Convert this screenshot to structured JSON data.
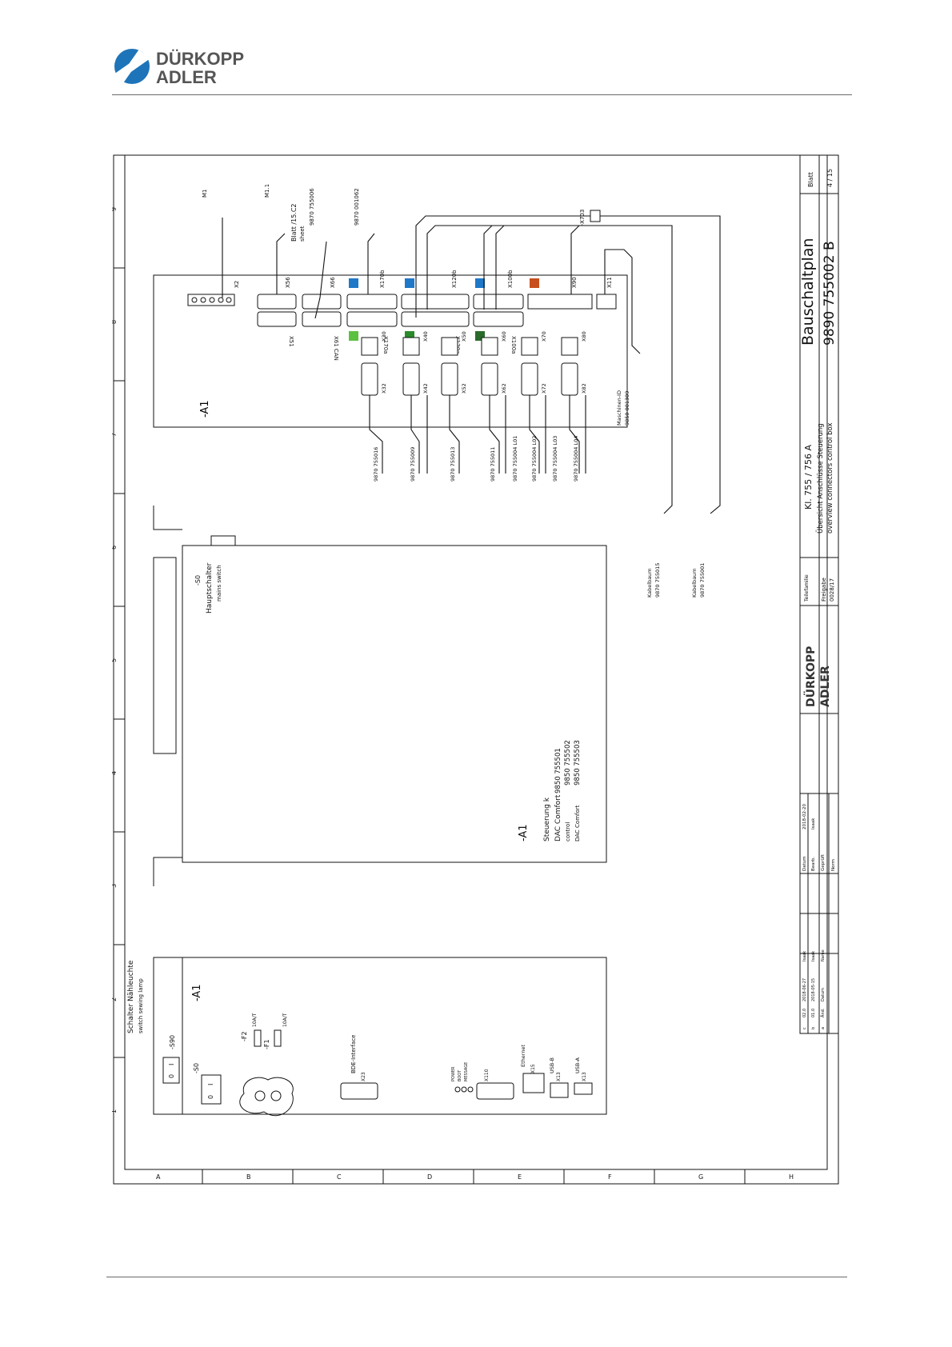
{
  "brand": {
    "line1": "DÜRKOPP",
    "line2": "ADLER",
    "color": "#1e74b9"
  },
  "grid": {
    "columns": [
      "1",
      "2",
      "3",
      "4",
      "5",
      "6",
      "7",
      "8",
      "9"
    ],
    "rows": [
      "A",
      "B",
      "C",
      "D",
      "E",
      "F",
      "G",
      "H"
    ]
  },
  "title_block": {
    "title": "Bauschaltplan",
    "number": "9890   755002  B",
    "sheet_label": "Blatt",
    "sheet_value": "4 / 15",
    "class_line": "Kl. 755 / 756 A",
    "desc_de": "Übersicht Anschlüsse Steuerung",
    "desc_en": "overview connectors control box",
    "teilefamilie": "Teilefamilie",
    "freigabe_label": "Freigabe",
    "freigabe_value": "0028/17",
    "rev_rows": [
      [
        "c",
        "02.0",
        "2018-06-27",
        "Isaak"
      ],
      [
        "b",
        "01.0",
        "2018-05-15",
        "Isaak"
      ],
      [
        "a",
        "Änd.",
        "Datum",
        "Name"
      ]
    ],
    "rev_cols": [
      "Datum",
      "Bearb.",
      "Geprüft",
      "Norm"
    ],
    "rev_vals": [
      "2018-02-20",
      "Isaak",
      "",
      ""
    ]
  },
  "diagram": {
    "box_label": "-A1",
    "steuerung": "Steuerung k",
    "dac_comfort": "DAC Comfort",
    "control": "control",
    "dac_comfort_en": "DAC Comfort",
    "dac_numbers": [
      "9850 755501",
      "9850 755502",
      "9850 755503"
    ],
    "s0": "-S0",
    "hauptschalter": "Hauptschalter",
    "mains_switch": "mains switch",
    "front_s0": "-S0",
    "s90": "-S90",
    "schalter": "Schalter Nähleuchte",
    "switch_en": "switch sewing lamp",
    "f1": "-F1",
    "f2": "-F2",
    "fuse": "10A/T",
    "bde": "BDE-Interface",
    "ethernet": "Ethernet",
    "usb_b": "USB-B",
    "usb_a": "USB-A",
    "status": [
      "POWER",
      "BOOT",
      "MESSAGE"
    ],
    "front_connectors": [
      "X23",
      "X110",
      "X15",
      "X13",
      "X13"
    ],
    "switch_on": "I",
    "switch_off": "0",
    "top_connectors": {
      "row_a": [
        "X2",
        "X56",
        "X66",
        "X170b",
        "X120b",
        "X100b",
        "X90",
        "X11"
      ],
      "row_b": [
        "X51",
        "X61 CAN",
        "X170a",
        "X120a",
        "X100a"
      ],
      "row_c": [
        "X30",
        "X40",
        "X50",
        "X60",
        "X70",
        "X80"
      ],
      "row_d": [
        "X32",
        "X42",
        "X52",
        "X62",
        "X72",
        "X82"
      ]
    },
    "wire_labels": [
      "9870 755016",
      "9870 755009",
      "9870 755013",
      "9870 755011",
      "9870 755004 L01",
      "9870 755004 L02",
      "9870 755004 L03",
      "9870 755004 L04"
    ],
    "machine_id": "Maschinen-ID",
    "machine_id_no": "9850 001309",
    "top_labels": [
      "M1",
      "M1.1",
      "Blatt /15.C2",
      "sheet",
      "9870 755006",
      "9870 001062"
    ],
    "x703": "-X703",
    "kabelbaum": "Kabelbaum",
    "kabel_1": "9870 755015",
    "kabel_2": "9870 755001"
  },
  "colors": {
    "connector_blue": "#1f78c8",
    "connector_green": "#5cc040",
    "connector_orange": "#c8501e"
  }
}
